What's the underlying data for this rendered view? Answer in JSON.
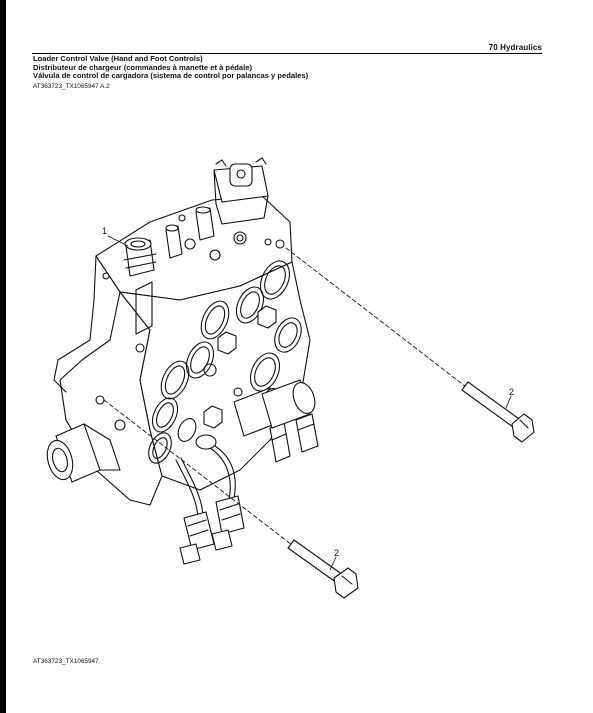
{
  "page": {
    "section": "70 Hydraulics"
  },
  "titles": [
    "Loader Control Valve (Hand and Foot Controls)",
    "Distributeur de chargeur (commandes à manette et à pédale)",
    "Válvula de control de cargadora (sistema de control por palancas y pedales)"
  ],
  "figure": {
    "ref_code": "AT363723_TX1065947 A.2",
    "footer_code": "AT363723_TX1065947",
    "callouts": [
      "1",
      "2",
      "2"
    ]
  }
}
